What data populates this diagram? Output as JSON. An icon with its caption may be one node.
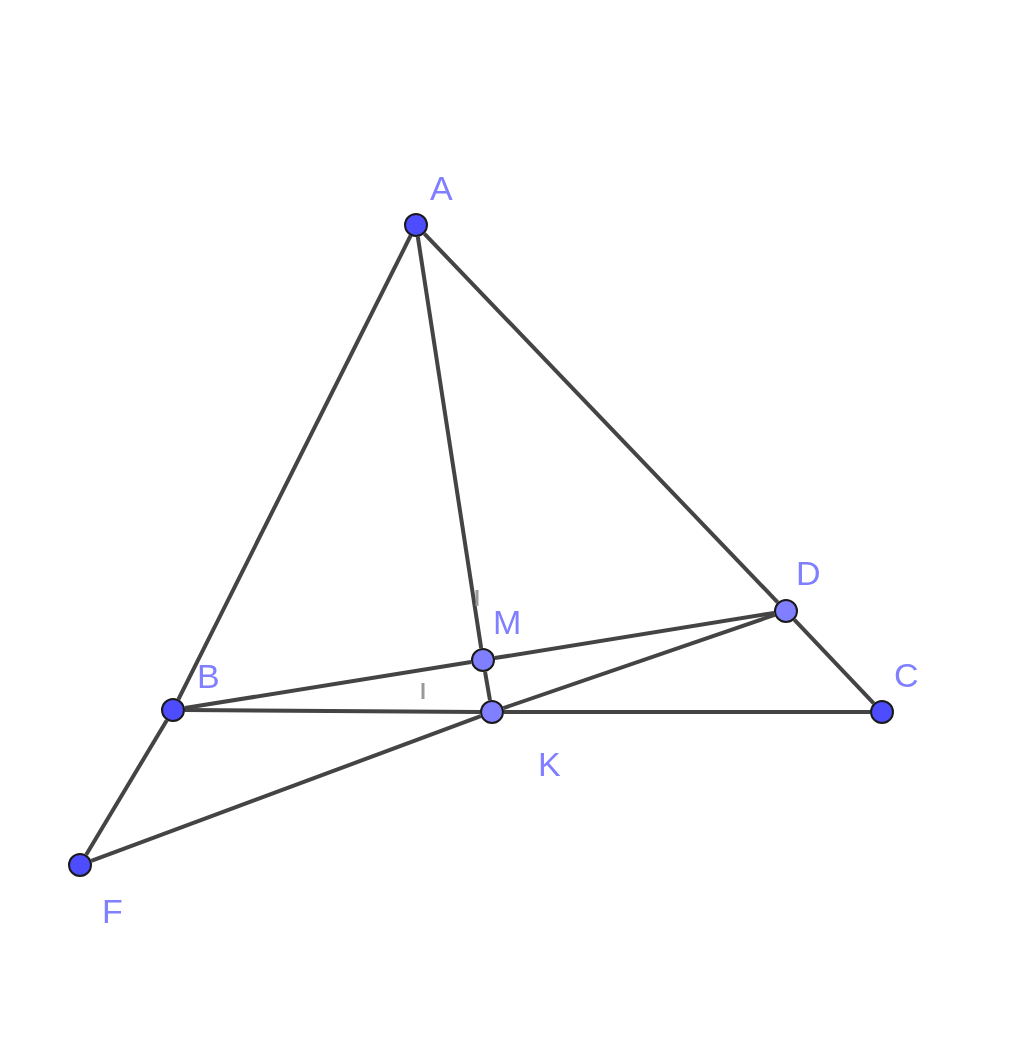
{
  "diagram": {
    "nodes": [
      {
        "text": [
          "A"
        ]
      },
      {
        "text": [
          "B"
        ]
      },
      {
        "text": [
          "C"
        ]
      },
      {
        "text": [
          "D"
        ]
      },
      {
        "text": [
          "M"
        ]
      },
      {
        "text": [
          "K"
        ]
      },
      {
        "text": [
          "F"
        ]
      }
    ],
    "edges": [
      {
        "from": 0,
        "to": 1,
        "arrow": "none"
      },
      {
        "from": 0,
        "to": 4,
        "arrow": "none"
      },
      {
        "from": 0,
        "to": 3,
        "arrow": "none"
      },
      {
        "from": 3,
        "to": 2,
        "arrow": "none"
      },
      {
        "from": 1,
        "to": 4,
        "arrow": "none"
      },
      {
        "from": 4,
        "to": 3,
        "arrow": "none"
      },
      {
        "from": 1,
        "to": 5,
        "arrow": "none"
      },
      {
        "from": 5,
        "to": 2,
        "arrow": "none"
      },
      {
        "from": 4,
        "to": 5,
        "arrow": "none"
      },
      {
        "from": 5,
        "to": 3,
        "arrow": "none"
      },
      {
        "from": 1,
        "to": 6,
        "arrow": "none"
      },
      {
        "from": 6,
        "to": 5,
        "arrow": "none"
      }
    ]
  }
}
